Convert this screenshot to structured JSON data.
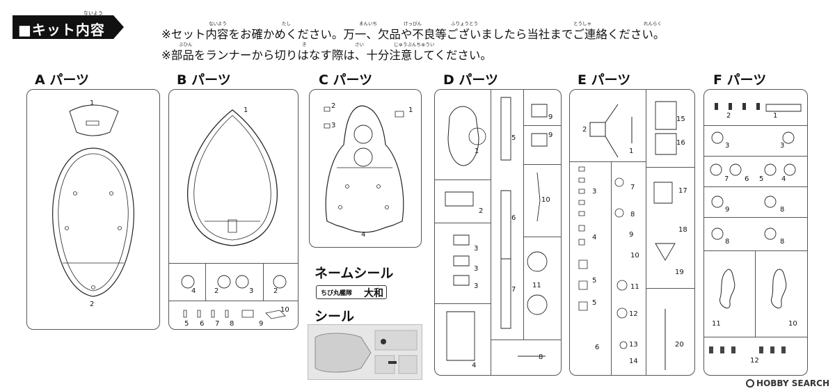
{
  "header": {
    "title": "■キット内容",
    "title_ruby": "ないよう"
  },
  "notices": {
    "line1": "※セット内容をお確かめください。万一、欠品や不良等ございましたら当社までご連絡ください。",
    "line2": "※部品をランナーから切りはなす際は、十分注意してください。",
    "ruby": [
      "ないよう",
      "たし",
      "まんいち",
      "けっぴん",
      "ふりょうとう",
      "とうしゃ",
      "れんらく",
      "ぶひん",
      "き",
      "さい",
      "じゅうぶんちゅうい"
    ]
  },
  "parts": {
    "A": {
      "title": "A パーツ",
      "numbers": [
        "1",
        "2"
      ]
    },
    "B": {
      "title": "B パーツ",
      "numbers": [
        "1",
        "4",
        "2",
        "3",
        "2",
        "5",
        "6",
        "7",
        "8",
        "9",
        "10"
      ]
    },
    "C": {
      "title": "C パーツ",
      "numbers": [
        "2",
        "3",
        "1",
        "4"
      ]
    },
    "D": {
      "title": "D パーツ",
      "numbers": [
        "1",
        "5",
        "9",
        "9",
        "2",
        "10",
        "6",
        "3",
        "3",
        "3",
        "7",
        "11",
        "4",
        "8"
      ]
    },
    "E": {
      "title": "E パーツ",
      "numbers": [
        "2",
        "1",
        "15",
        "16",
        "3",
        "7",
        "8",
        "17",
        "4",
        "9",
        "18",
        "10",
        "19",
        "5",
        "11",
        "5",
        "12",
        "6",
        "13",
        "20",
        "14"
      ]
    },
    "F": {
      "title": "F パーツ",
      "numbers": [
        "2",
        "1",
        "3",
        "3",
        "7",
        "6",
        "5",
        "4",
        "9",
        "8",
        "8",
        "8",
        "11",
        "10",
        "12"
      ]
    }
  },
  "name_seal": {
    "label": "ネームシール",
    "badge_small": "ちび丸艦隊",
    "badge_big": "大和"
  },
  "seal": {
    "label": "シール"
  },
  "watermark": {
    "text": "HOBBY SEARCH"
  }
}
